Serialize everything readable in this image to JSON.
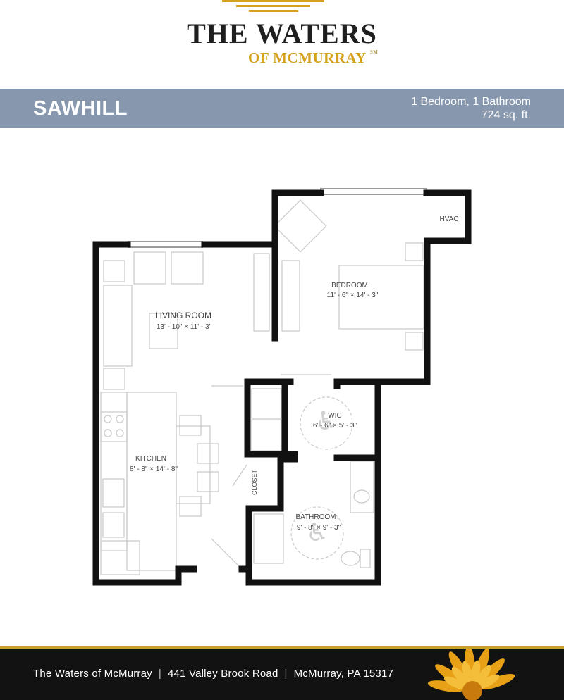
{
  "brand": {
    "title": "THE WATERS",
    "subtitle": "OF MCMURRAY",
    "mark": "SM",
    "accent_color": "#d6a21e"
  },
  "plan": {
    "name": "SAWHILL",
    "beds_baths": "1 Bedroom, 1 Bathroom",
    "area": "724 sq. ft.",
    "band_color": "#8798ae"
  },
  "rooms": {
    "hvac": {
      "label": "HVAC"
    },
    "bedroom": {
      "label": "BEDROOM",
      "dims": "11' - 6\" × 14' - 3\""
    },
    "living": {
      "label": "LIVING ROOM",
      "dims": "13' - 10\" × 11' - 3\""
    },
    "wic": {
      "label": "WIC",
      "dims": "6' - 6\" × 5' - 3\""
    },
    "kitchen": {
      "label": "KITCHEN",
      "dims": "8' - 8\" × 14' - 8\""
    },
    "closet": {
      "label": "CLOSET"
    },
    "bathroom": {
      "label": "BATHROOM",
      "dims": "9' - 8\" × 9' - 3\""
    }
  },
  "footer": {
    "name": "The Waters of McMurray",
    "address": "441 Valley Brook Road",
    "city": "McMurray, PA 15317",
    "separator": "|",
    "rule_color": "#c9a02b"
  }
}
